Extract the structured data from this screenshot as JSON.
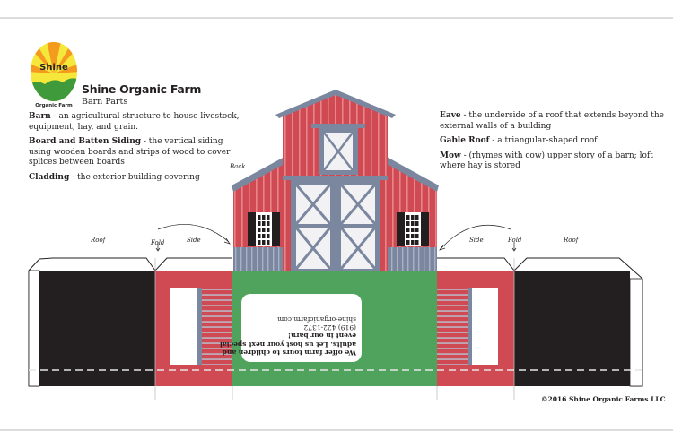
{
  "brand": {
    "logo_top_text": "Shine",
    "logo_bottom_text": "Organic Farm",
    "title": "Shine Organic Farm",
    "subtitle": "Barn Parts"
  },
  "definitions_left": [
    {
      "term": "Barn",
      "text": " - an agricultural structure to house livestock, equipment, hay, and grain."
    },
    {
      "term": "Board and Batten Siding",
      "text": " - the vertical siding using wooden boards and strips of wood to cover splices between boards"
    },
    {
      "term": "Cladding",
      "text": " - the exterior building covering"
    }
  ],
  "definitions_right": [
    {
      "term": "Eave",
      "text": " - the underside of a roof that extends beyond the external walls of a building"
    },
    {
      "term": "Gable Roof",
      "text": " - a triangular-shaped roof"
    },
    {
      "term": "Mow",
      "text": " - (rhymes with cow) upper story of a barn; loft where hay is stored"
    }
  ],
  "labels": {
    "back": "Back",
    "roof_left": "Roof",
    "fold_left": "Fold",
    "side_left": "Side",
    "side_right": "Side",
    "fold_right": "Fold",
    "roof_right": "Roof"
  },
  "promo": {
    "lines": [
      "We offer farm tours to children and",
      "adults. Let us host your next special",
      "event in our barn!",
      "(919) 422-1372",
      "shine-organicfarm.com"
    ]
  },
  "copyright": "©2016 Shine Organic Farms LLC",
  "colors": {
    "barn_red": "#d04a53",
    "trim_gray": "#7a879f",
    "door_white": "#f2f2f4",
    "roof_black": "#231f20",
    "grass_green": "#4fa35c",
    "stripe": "#b9bcca",
    "logo_orange": "#f39a1f",
    "logo_yellow": "#f6e83a",
    "logo_green": "#3e9a3a"
  }
}
